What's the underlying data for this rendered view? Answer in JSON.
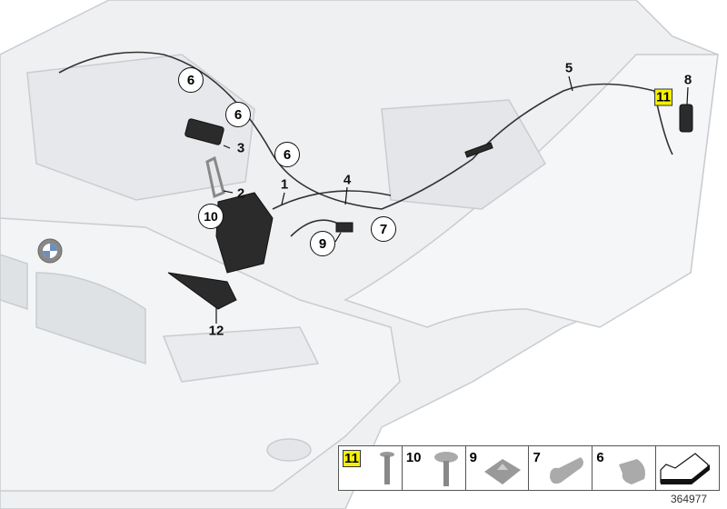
{
  "diagram": {
    "callouts": [
      {
        "id": "c6a",
        "text": "6",
        "style": "circle"
      },
      {
        "id": "c6b",
        "text": "6",
        "style": "circle"
      },
      {
        "id": "c6c",
        "text": "6",
        "style": "circle"
      },
      {
        "id": "c3",
        "text": "3",
        "style": "plain"
      },
      {
        "id": "c2",
        "text": "2",
        "style": "plain"
      },
      {
        "id": "c1",
        "text": "1",
        "style": "plain"
      },
      {
        "id": "c4",
        "text": "4",
        "style": "plain"
      },
      {
        "id": "c7",
        "text": "7",
        "style": "circle"
      },
      {
        "id": "c9",
        "text": "9",
        "style": "circle"
      },
      {
        "id": "c10",
        "text": "10",
        "style": "circle"
      },
      {
        "id": "c12",
        "text": "12",
        "style": "plain"
      },
      {
        "id": "c5",
        "text": "5",
        "style": "plain"
      },
      {
        "id": "c8",
        "text": "8",
        "style": "plain"
      },
      {
        "id": "c11",
        "text": "11",
        "style": "highlight"
      }
    ],
    "logo_text": "BMW",
    "highlight_color": "#f4f000"
  },
  "legend": {
    "items": [
      {
        "number": "11",
        "part": "screw",
        "highlighted": true
      },
      {
        "number": "10",
        "part": "collar-screw",
        "highlighted": false
      },
      {
        "number": "9",
        "part": "nut-clip",
        "highlighted": false
      },
      {
        "number": "7",
        "part": "double-cable-clip",
        "highlighted": false
      },
      {
        "number": "6",
        "part": "cable-clip",
        "highlighted": false
      },
      {
        "number": "",
        "part": "direction-arrow",
        "highlighted": false
      }
    ]
  },
  "reference_number": "364977"
}
